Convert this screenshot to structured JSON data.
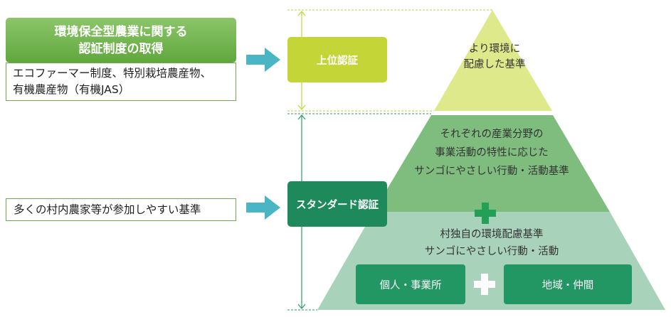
{
  "left": {
    "heading_lines": [
      "環境保全型農業に関する",
      "認証制度の取得"
    ],
    "eco_lines": [
      "エコファーマー制度、特別栽培農産物、",
      "有機農産物（有機JAS）"
    ],
    "village_text": "多くの村内農家等が参加しやすい基準"
  },
  "labels": {
    "upper": "上位認証",
    "standard": "スタンダード認証"
  },
  "pyramid": {
    "top_lines": [
      "より環境に",
      "配慮した基準"
    ],
    "middle_lines": [
      "それぞれの産業分野の",
      "事業活動の特性に応じた",
      "サンゴにやさしい行動・活動基準"
    ],
    "bottom_lines": [
      "村独自の環境配慮基準",
      "サンゴにやさしい行動・活動"
    ],
    "sub_boxes": [
      "個人・事業所",
      "地域・仲間"
    ]
  },
  "colors": {
    "heading_green": "#6cb344",
    "upper_label": "#c3d537",
    "standard_label": "#1e8a5c",
    "pyramid_top": "#dde98a",
    "pyramid_middle": "#7fbd7f",
    "pyramid_bottom": "#a8d2b9",
    "arrow": "#4ab5c4",
    "plus": "#22a055"
  }
}
